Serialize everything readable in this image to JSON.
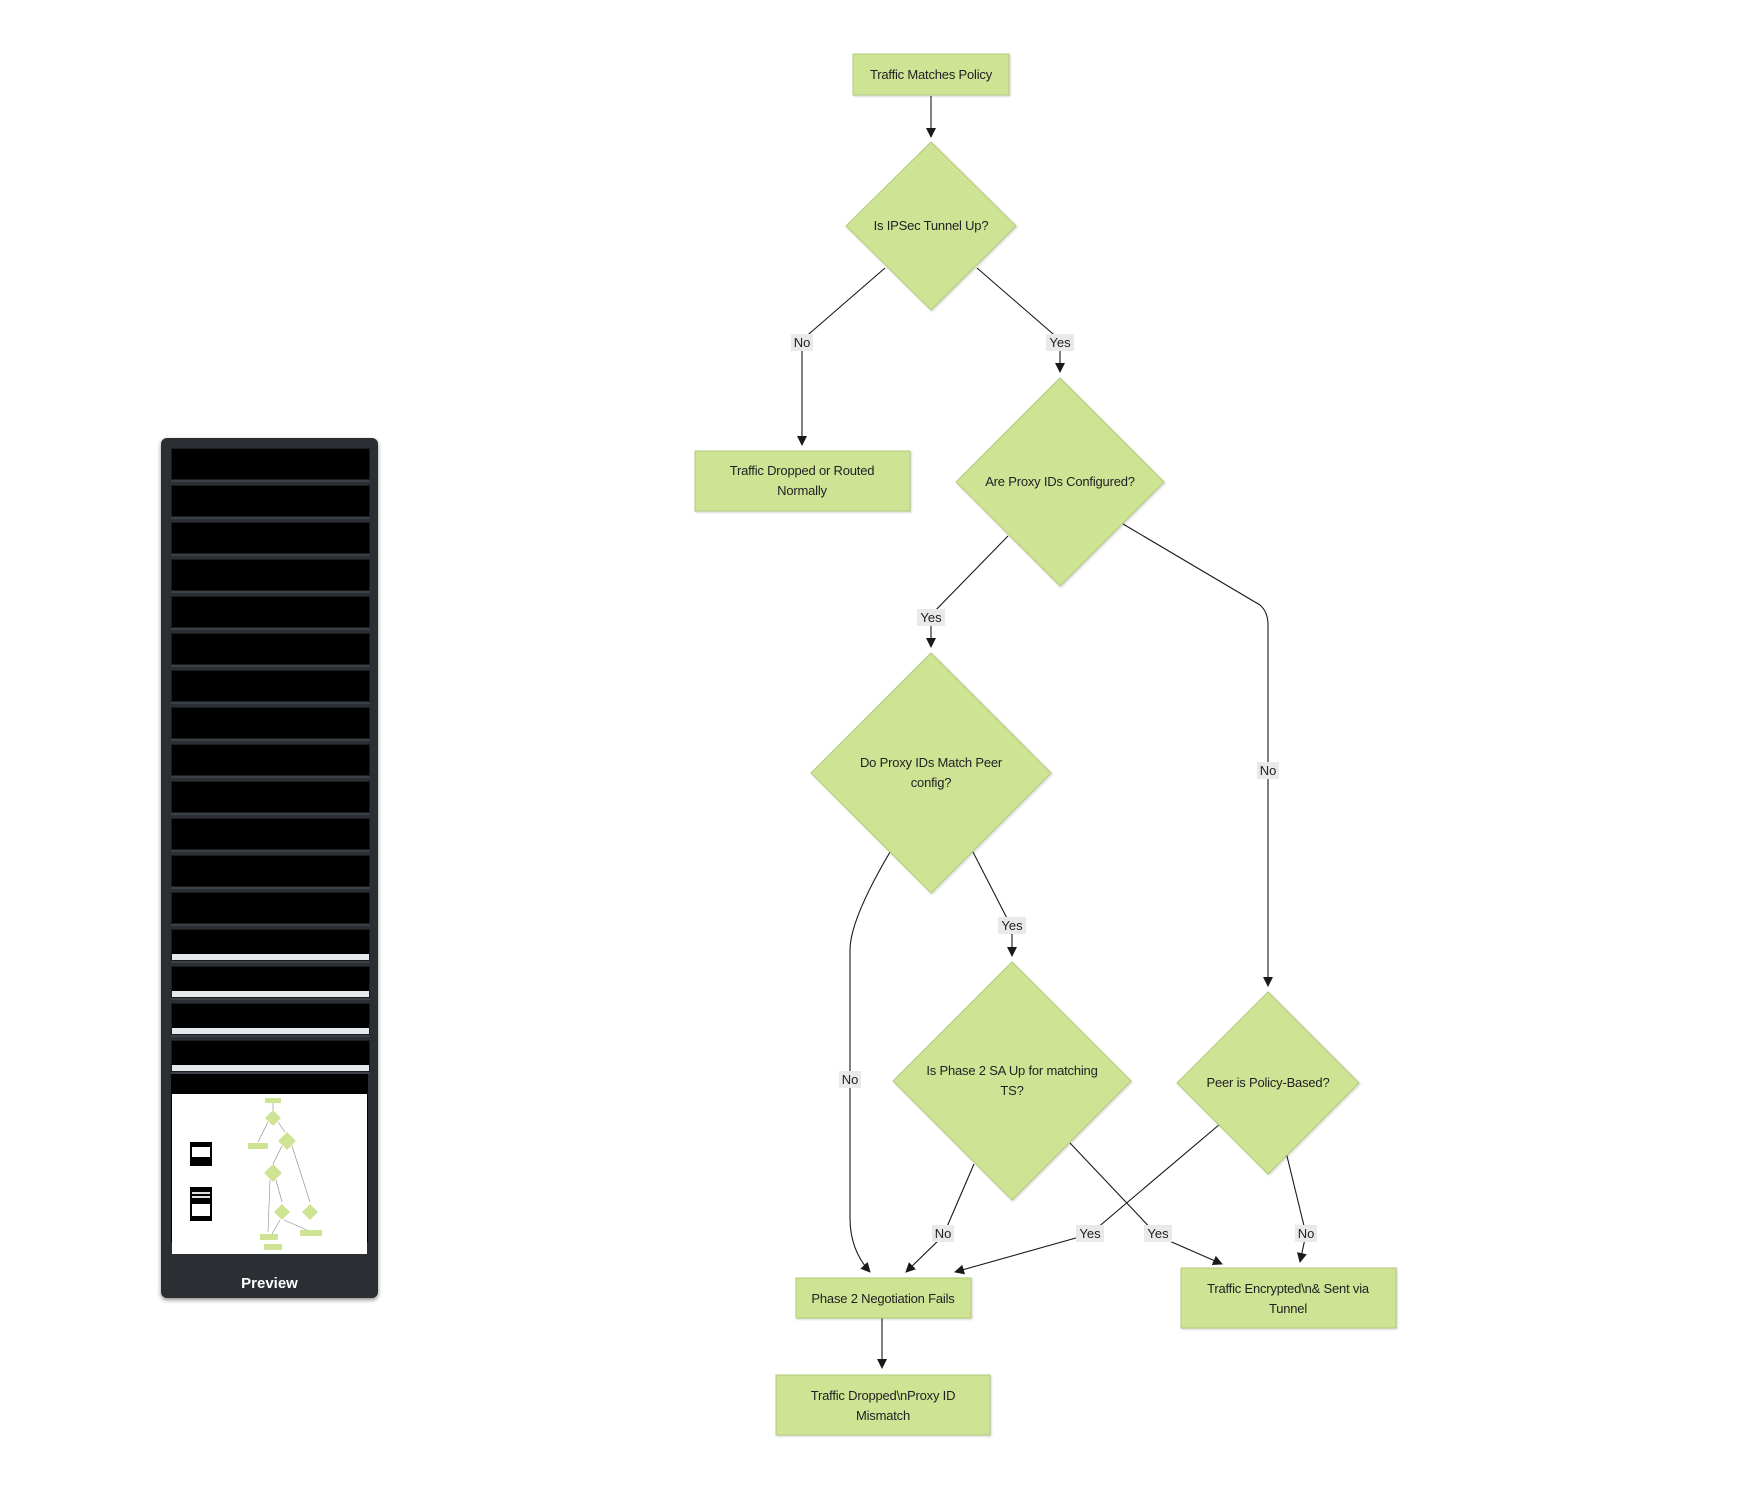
{
  "preview": {
    "label": "Preview"
  },
  "colors": {
    "node_fill": "#cfe395",
    "node_stroke": "#b3cb7a",
    "edge": "#1a1a1a",
    "panel": "#2b2f33"
  },
  "nodes": {
    "start": "Traffic Matches Policy",
    "tunnel_up": "Is IPSec Tunnel Up?",
    "dropped_routed": [
      "Traffic Dropped or Routed",
      "Normally"
    ],
    "proxy_configured": "Are Proxy IDs Configured?",
    "proxy_match": [
      "Do Proxy IDs Match Peer",
      "config?"
    ],
    "phase2_up": [
      "Is Phase 2 SA Up for matching",
      "TS?"
    ],
    "peer_policy": "Peer is Policy-Based?",
    "phase2_fails": "Phase 2 Negotiation Fails",
    "encrypted": [
      "Traffic Encrypted\\n& Sent via",
      "Tunnel"
    ],
    "mismatch": [
      "Traffic Dropped\\nProxy ID",
      "Mismatch"
    ]
  },
  "edge_labels": {
    "tunnel_no": "No",
    "tunnel_yes": "Yes",
    "proxy_yes": "Yes",
    "proxy_no": "No",
    "match_no": "No",
    "match_yes": "Yes",
    "phase2_no": "No",
    "phase2_yes": "Yes",
    "peer_yes": "Yes",
    "peer_no": "No"
  }
}
